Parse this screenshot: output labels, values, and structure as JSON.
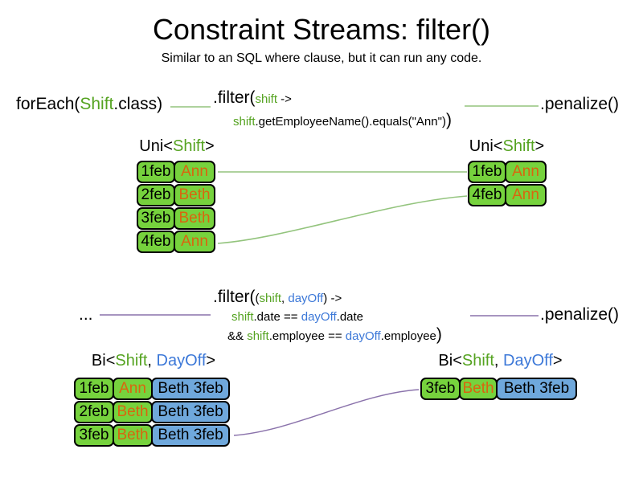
{
  "colors": {
    "shift_green_text": "#55a321",
    "dayoff_blue_text": "#3c78d8",
    "employee_orange_text": "#d9650f",
    "green_box_fill": "#76d23d",
    "blue_box_fill": "#6fa8dc",
    "box_border": "#000000",
    "connector_green": "#93c47d",
    "connector_purple": "#8a72ab"
  },
  "header": {
    "title": "Constraint Streams: filter()",
    "subtitle": "Similar to an SQL where clause, but it can run any code."
  },
  "flow1": {
    "foreach_fn": "forEach(",
    "foreach_arg": "Shift",
    "foreach_rest": ".class)",
    "filter_fn": ".filter(",
    "filter_param": "shift",
    "filter_arrow": " ->",
    "body_param": "shift",
    "body_code": ".getEmployeeName().equals(\"Ann\")",
    "body_close": ")",
    "penalize": ".penalize()",
    "source_header": {
      "pre": "Uni<",
      "type1": "Shift",
      "post": ">"
    },
    "result_header": {
      "pre": "Uni<",
      "type1": "Shift",
      "post": ">"
    },
    "source_rows": [
      {
        "date": "1feb",
        "employee": "Ann"
      },
      {
        "date": "2feb",
        "employee": "Beth"
      },
      {
        "date": "3feb",
        "employee": "Beth"
      },
      {
        "date": "4feb",
        "employee": "Ann"
      }
    ],
    "result_rows": [
      {
        "date": "1feb",
        "employee": "Ann"
      },
      {
        "date": "4feb",
        "employee": "Ann"
      }
    ]
  },
  "flow2": {
    "ellipsis": "...",
    "filter_fn": ".filter(",
    "tuple_open": "(",
    "param1": "shift",
    "comma": ", ",
    "param2": "dayOff",
    "tuple_close": ")",
    "arrow": " ->",
    "line2": {
      "p1": "shift",
      "c1": ".date == ",
      "p2": "dayOff",
      "c2": ".date"
    },
    "line3": {
      "c0": "&& ",
      "p1": "shift",
      "c1": ".employee == ",
      "p2": "dayOff",
      "c2": ".employee",
      "close": ")"
    },
    "penalize": ".penalize()",
    "source_header": {
      "pre": "Bi<",
      "type1": "Shift",
      "comma": ", ",
      "type2": "DayOff",
      "post": ">"
    },
    "result_header": {
      "pre": "Bi<",
      "type1": "Shift",
      "comma": ", ",
      "type2": "DayOff",
      "post": ">"
    },
    "source_rows": [
      {
        "date": "1feb",
        "employee": "Ann",
        "dayoff": "Beth 3feb"
      },
      {
        "date": "2feb",
        "employee": "Beth",
        "dayoff": "Beth 3feb"
      },
      {
        "date": "3feb",
        "employee": "Beth",
        "dayoff": "Beth 3feb"
      }
    ],
    "result_rows": [
      {
        "date": "3feb",
        "employee": "Beth",
        "dayoff": "Beth 3feb"
      }
    ]
  }
}
